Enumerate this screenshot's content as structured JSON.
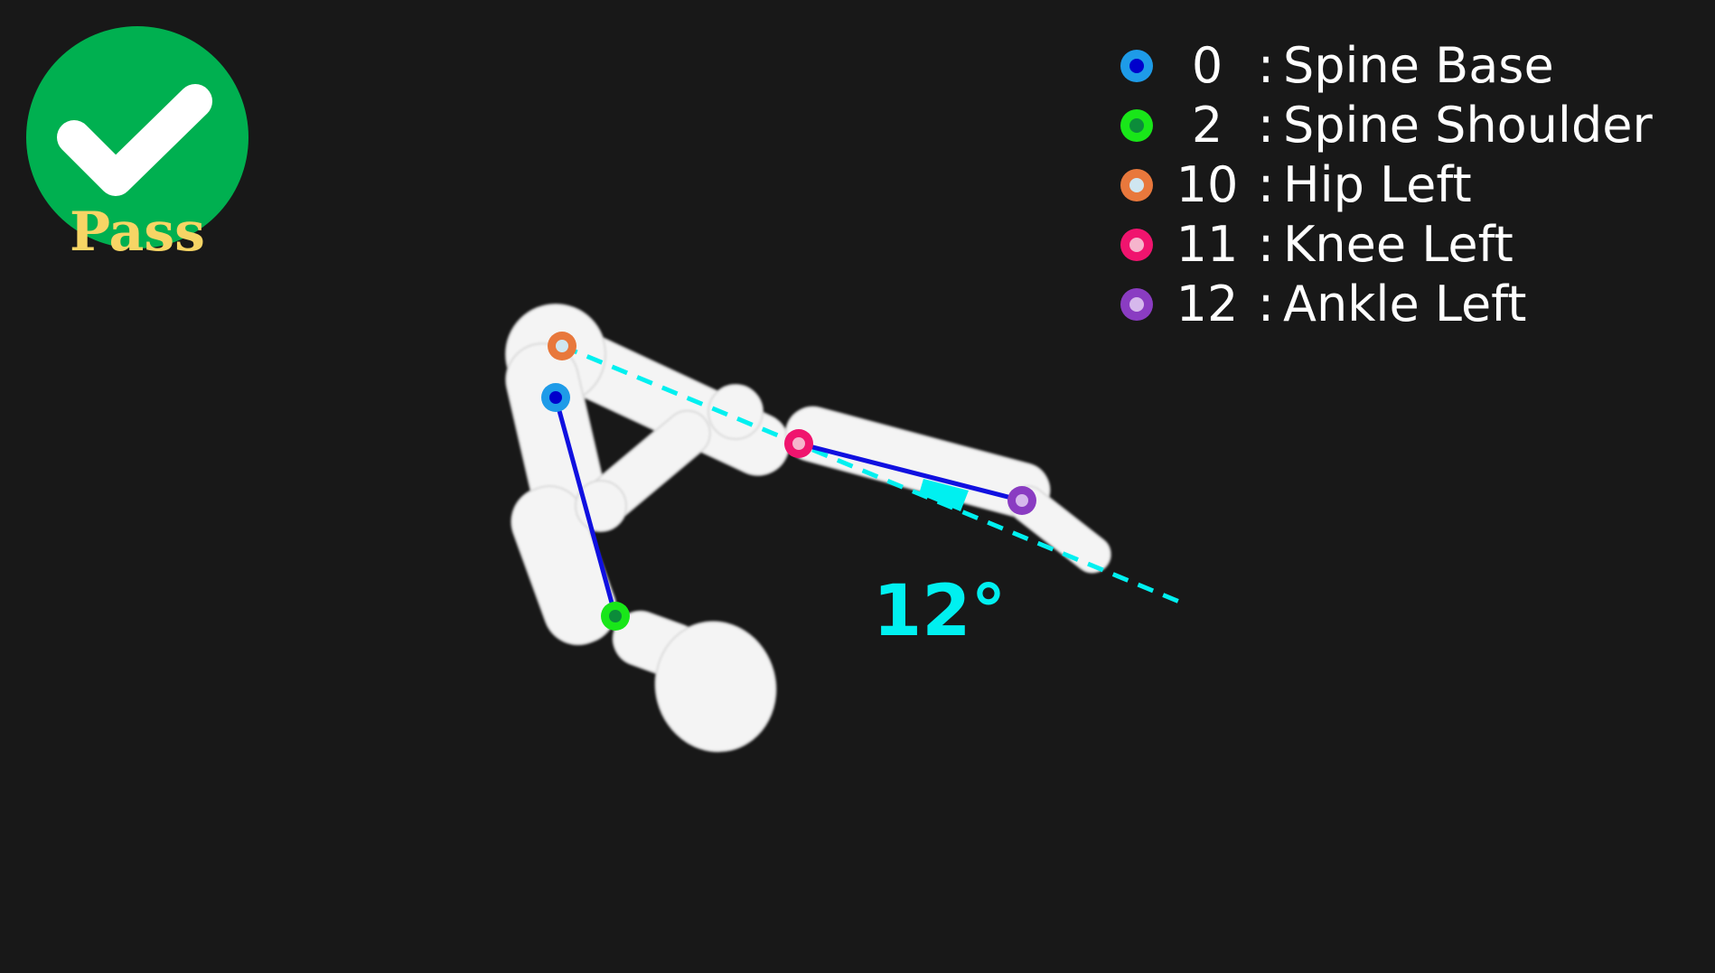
{
  "status": {
    "label": "Pass",
    "badge_color": "#00b050",
    "label_color": "#f7d565",
    "icon": "checkmark-icon"
  },
  "angle": {
    "label": "12°",
    "degrees": 12,
    "color": "#00f0f0"
  },
  "legend": [
    {
      "index": "0",
      "separator": ":",
      "name": "Spine Base",
      "ring_color": "#1e9be8",
      "core_color": "#0000cc"
    },
    {
      "index": "2",
      "separator": ":",
      "name": "Spine Shoulder",
      "ring_color": "#19e619",
      "core_color": "#0c8c3a"
    },
    {
      "index": "10",
      "separator": ":",
      "name": "Hip Left",
      "ring_color": "#e8783c",
      "core_color": "#cfe6f0"
    },
    {
      "index": "11",
      "separator": ":",
      "name": "Knee Left",
      "ring_color": "#f0146e",
      "core_color": "#f6b4cc"
    },
    {
      "index": "12",
      "separator": ":",
      "name": "Ankle Left",
      "ring_color": "#8a3cc2",
      "core_color": "#d6b8ec"
    }
  ],
  "colors": {
    "background": "#181818",
    "bone_line": "#1010e0",
    "reference_line": "#00f0f0",
    "body": "#f4f4f4"
  }
}
